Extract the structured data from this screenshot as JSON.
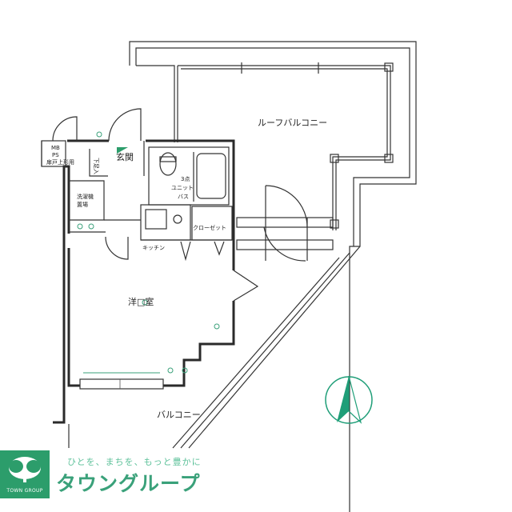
{
  "rooms": {
    "roof_balcony": "ルーフバルコニー",
    "entrance": "玄関",
    "unit_bath_1": "3点",
    "unit_bath_2": "ユニット",
    "unit_bath_3": "バス",
    "kitchen": "キッチン",
    "closet": "クローゼット",
    "western_room": "洋□室",
    "balcony": "バルコニー",
    "washer_1": "洗濯機",
    "washer_2": "置場",
    "mb_ps_1": "MB",
    "mb_ps_2": "PS",
    "mb_ps_3": "扉戸上形用",
    "shoebox": "下足入"
  },
  "compass": {
    "direction": "north",
    "color": "#1f9e78"
  },
  "brand": {
    "name": "TOWN GROUP",
    "slogan": "ひとを、まちを、もっと豊かに",
    "name_jp": "タウングループ",
    "color": "#2c9d6b"
  }
}
